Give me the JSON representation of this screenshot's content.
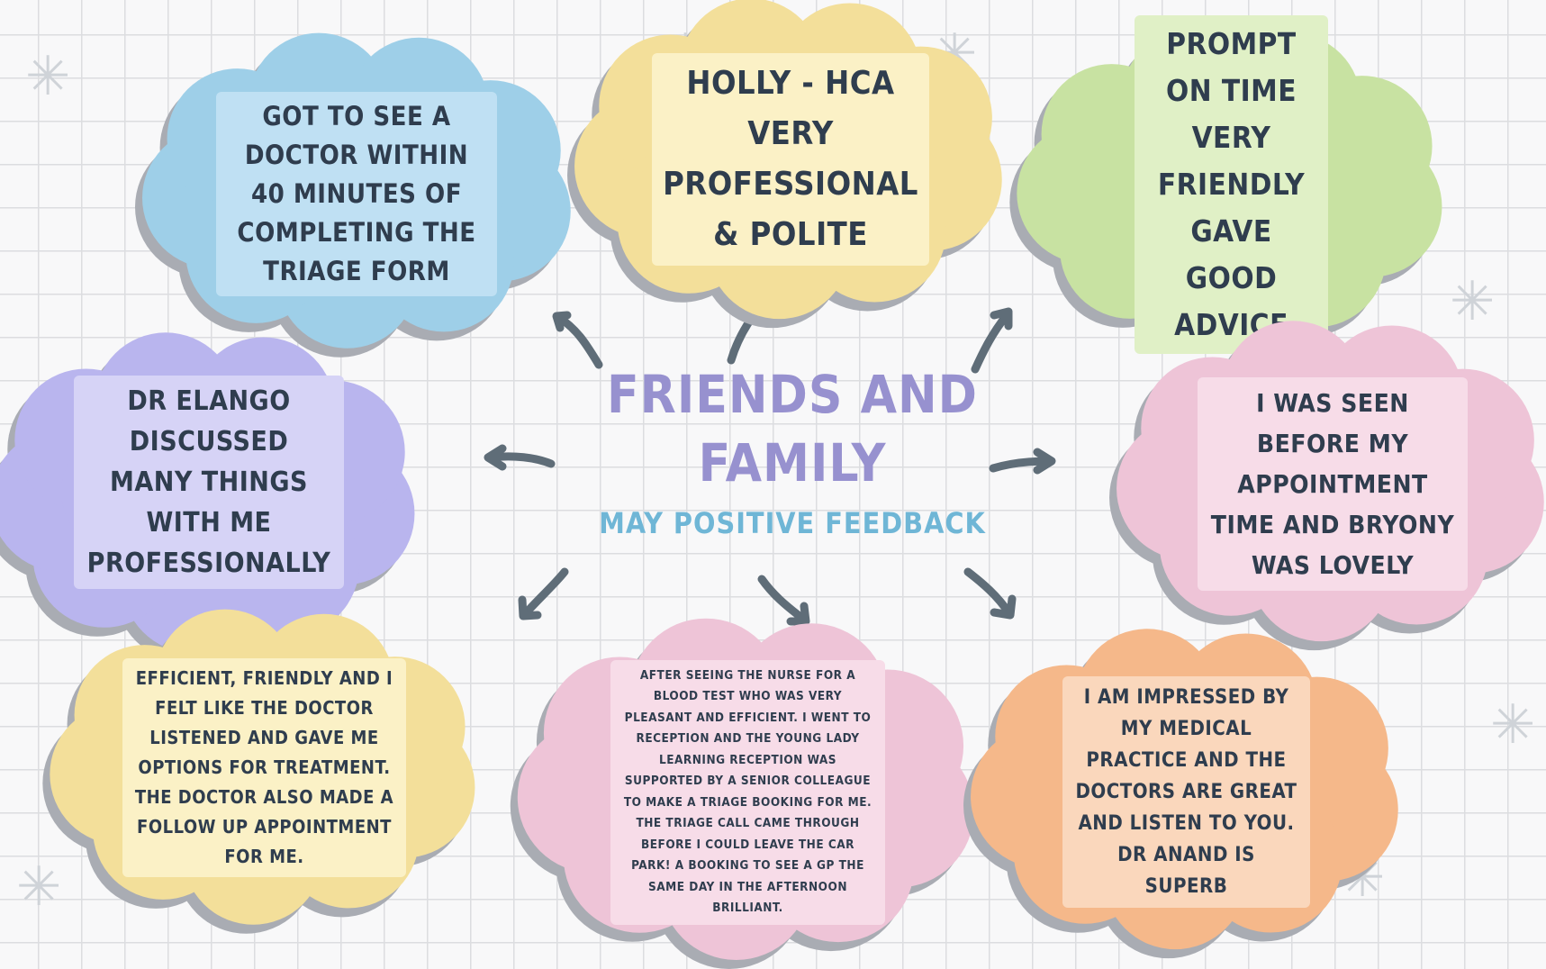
{
  "title": "FRIENDS AND FAMILY",
  "subtitle": "MAY POSITIVE FEEDBACK",
  "colors": {
    "title": "#9791cf",
    "subtitle": "#6fb6d6",
    "arrow": "#5f6d78",
    "blue": "#9ecfe8",
    "yellow": "#f3df9a",
    "green": "#c8e2a2",
    "purple": "#b9b5ee",
    "pink": "#eec4d7",
    "orange": "#f5b88a"
  },
  "feedback": [
    {
      "id": "doctor-within-40",
      "color": "blue",
      "text": "GOT TO SEE A DOCTOR WITHIN 40 MINUTES OF COMPLETING THE TRIAGE FORM"
    },
    {
      "id": "holly-hca",
      "color": "yellow",
      "text": "HOLLY - HCA VERY PROFESSIONAL & POLITE"
    },
    {
      "id": "prompt-on-time",
      "color": "green",
      "text": "PROMPT ON TIME VERY FRIENDLY GAVE GOOD ADVICE"
    },
    {
      "id": "dr-elango",
      "color": "purple",
      "text": "DR ELANGO DISCUSSED MANY THINGS WITH ME PROFESSIONALLY"
    },
    {
      "id": "seen-before-appointment",
      "color": "pink",
      "text": "I WAS SEEN BEFORE MY APPOINTMENT TIME AND BRYONY WAS LOVELY"
    },
    {
      "id": "efficient-friendly",
      "color": "yellow",
      "text": "EFFICIENT, FRIENDLY AND I FELT LIKE THE DOCTOR LISTENED AND GAVE ME OPTIONS FOR TREATMENT. THE DOCTOR ALSO MADE A FOLLOW UP APPOINTMENT FOR ME."
    },
    {
      "id": "nurse-blood-test",
      "color": "pink",
      "text": "AFTER SEEING THE NURSE FOR A BLOOD TEST WHO WAS VERY PLEASANT AND EFFICIENT. I WENT TO RECEPTION AND THE YOUNG LADY LEARNING RECEPTION WAS SUPPORTED BY A SENIOR COLLEAGUE TO MAKE A TRIAGE BOOKING FOR ME. THE TRIAGE CALL CAME THROUGH BEFORE I COULD LEAVE THE CAR PARK! A BOOKING TO SEE A GP THE SAME DAY IN THE AFTERNOON BRILLIANT."
    },
    {
      "id": "impressed-practice",
      "color": "orange",
      "text": "I AM IMPRESSED BY MY MEDICAL PRACTICE AND THE DOCTORS ARE GREAT AND LISTEN TO YOU.   DR ANAND IS SUPERB"
    }
  ]
}
